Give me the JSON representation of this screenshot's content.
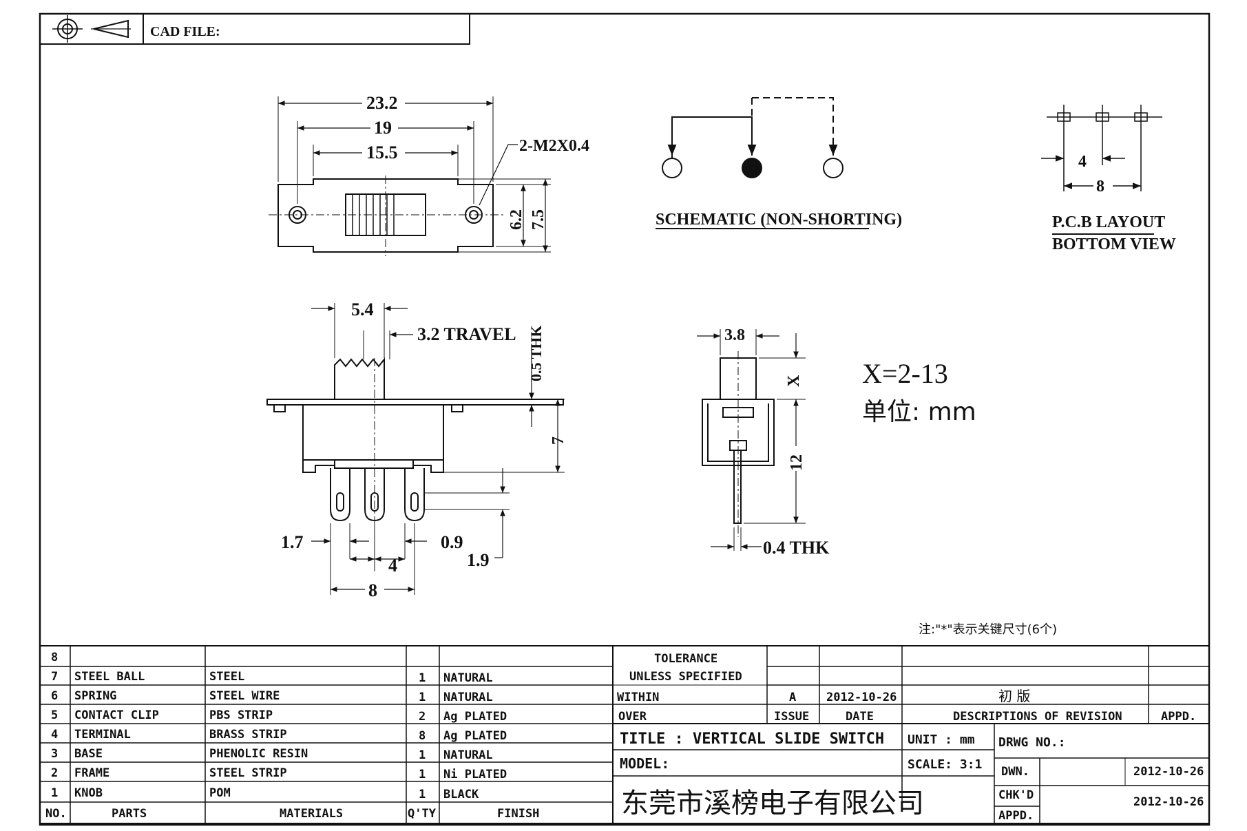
{
  "header": {
    "cad_file_label": "CAD FILE:"
  },
  "top_view": {
    "dim_overall": "23.2",
    "dim_mount": "19",
    "dim_slot": "15.5",
    "screw": "2-M2X0.4",
    "dim_h1": "6.2",
    "dim_h2": "7.5"
  },
  "schematic": {
    "label": "SCHEMATIC (NON-SHORTING)"
  },
  "pcb": {
    "dim_pitch": "4",
    "dim_span": "8",
    "label_line1": "P.C.B LAYOUT",
    "label_line2": "BOTTOM VIEW"
  },
  "front_view": {
    "dim_knob": "5.4",
    "travel": "3.2 TRAVEL",
    "thk": "0.5 THK",
    "dim_height": "7",
    "dim_17": "1.7",
    "dim_09": "0.9",
    "dim_4": "4",
    "dim_19": "1.9",
    "dim_8": "8"
  },
  "side_view": {
    "dim_38": "3.8",
    "dim_x": "X",
    "dim_12": "12",
    "thk": "0.4 THK"
  },
  "notes": {
    "x_range": "X=2-13",
    "unit_line": "单位: mm",
    "key_note": "注:\"*\"表示关键尺寸(6个)"
  },
  "bom": {
    "rows": [
      {
        "no": "8",
        "part": "",
        "material": "",
        "qty": "",
        "finish": ""
      },
      {
        "no": "7",
        "part": "STEEL BALL",
        "material": "STEEL",
        "qty": "1",
        "finish": "NATURAL"
      },
      {
        "no": "6",
        "part": "SPRING",
        "material": "STEEL WIRE",
        "qty": "1",
        "finish": "NATURAL"
      },
      {
        "no": "5",
        "part": "CONTACT CLIP",
        "material": "PBS STRIP",
        "qty": "2",
        "finish": "Ag PLATED"
      },
      {
        "no": "4",
        "part": "TERMINAL",
        "material": "BRASS STRIP",
        "qty": "8",
        "finish": "Ag PLATED"
      },
      {
        "no": "3",
        "part": "BASE",
        "material": "PHENOLIC RESIN",
        "qty": "1",
        "finish": "NATURAL"
      },
      {
        "no": "2",
        "part": "FRAME",
        "material": "STEEL STRIP",
        "qty": "1",
        "finish": "Ni PLATED"
      },
      {
        "no": "1",
        "part": "KNOB",
        "material": "POM",
        "qty": "1",
        "finish": "BLACK"
      }
    ],
    "header": {
      "no": "NO.",
      "part": "PARTS",
      "material": "MATERIALS",
      "qty": "Q'TY",
      "finish": "FINISH"
    }
  },
  "title_block": {
    "tolerance": "TOLERANCE",
    "unless": "UNLESS  SPECIFIED",
    "within": "WITHIN",
    "over": "OVER",
    "rev_issue": "A",
    "rev_date": "2012-10-26",
    "rev_desc": "初  版",
    "issue_label": "ISSUE",
    "date_label": "DATE",
    "desc_label": "DESCRIPTIONS OF REVISION",
    "appd_label": "APPD.",
    "title": "TITLE :  VERTICAL SLIDE SWITCH",
    "unit": "UNIT :  mm",
    "drwg_no": "DRWG NO.:",
    "model": "MODEL:",
    "scale": "SCALE:  3:1",
    "dwn_label": "DWN.",
    "dwn_date": "2012-10-26",
    "chkd_label": "CHK'D",
    "chkd_date": "2012-10-26",
    "appd2_label": "APPD.",
    "company": "东莞市溪榜电子有限公司"
  }
}
